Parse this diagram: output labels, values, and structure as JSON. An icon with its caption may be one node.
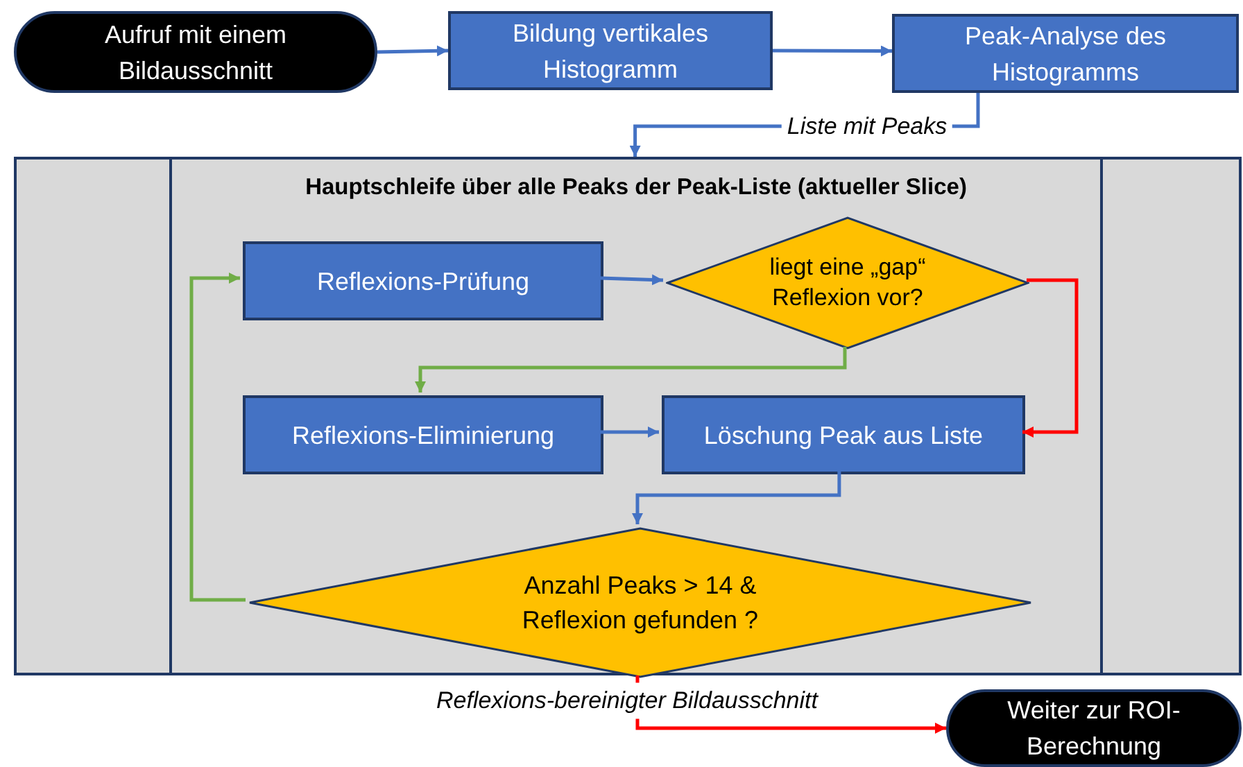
{
  "diagram": {
    "nodes": [
      {
        "text": [
          "Aufruf mit einem Bildausschnitt"
        ]
      },
      {
        "text": [
          "Bildung vertikales Histogramm"
        ]
      },
      {
        "text": [
          "Peak-Analyse des Histogramms"
        ]
      },
      {
        "text": [
          "Hauptschleife über alle Peaks der Peak-Liste (aktueller Slice)"
        ]
      },
      {
        "text": [
          "Reflexions-Prüfung"
        ],
        "in": 3
      },
      {
        "text": [
          "liegt eine „gap“ Reflexion vor?"
        ],
        "in": 3
      },
      {
        "text": [
          "Reflexions-Eliminierung"
        ],
        "in": 3
      },
      {
        "text": [
          "Löschung Peak aus Liste"
        ],
        "in": 3
      },
      {
        "text": [
          "Anzahl Peaks > 14 & Reflexion gefunden ?"
        ],
        "in": 3
      },
      {
        "text": [
          "Weiter zur ROI-Berechnung"
        ]
      }
    ],
    "edges": [
      {
        "from": 0,
        "to": 1,
        "arrow": "to"
      },
      {
        "from": 1,
        "to": 2,
        "arrow": "to"
      },
      {
        "from": 2,
        "to": 3,
        "arrow": "to",
        "label": "Liste mit Peaks"
      },
      {
        "from": 4,
        "to": 5,
        "arrow": "to"
      },
      {
        "from": 5,
        "to": 6,
        "arrow": "to",
        "color": "#70ad47"
      },
      {
        "from": 5,
        "to": 7,
        "arrow": "to",
        "color": "#ff0000"
      },
      {
        "from": 6,
        "to": 7,
        "arrow": "to"
      },
      {
        "from": 7,
        "to": 8,
        "arrow": "to"
      },
      {
        "from": 8,
        "to": 4,
        "arrow": "to",
        "color": "#70ad47"
      },
      {
        "from": 8,
        "to": 9,
        "arrow": "to",
        "color": "#ff0000",
        "label": "Reflexions-bereinigter Bildausschnitt"
      }
    ]
  }
}
